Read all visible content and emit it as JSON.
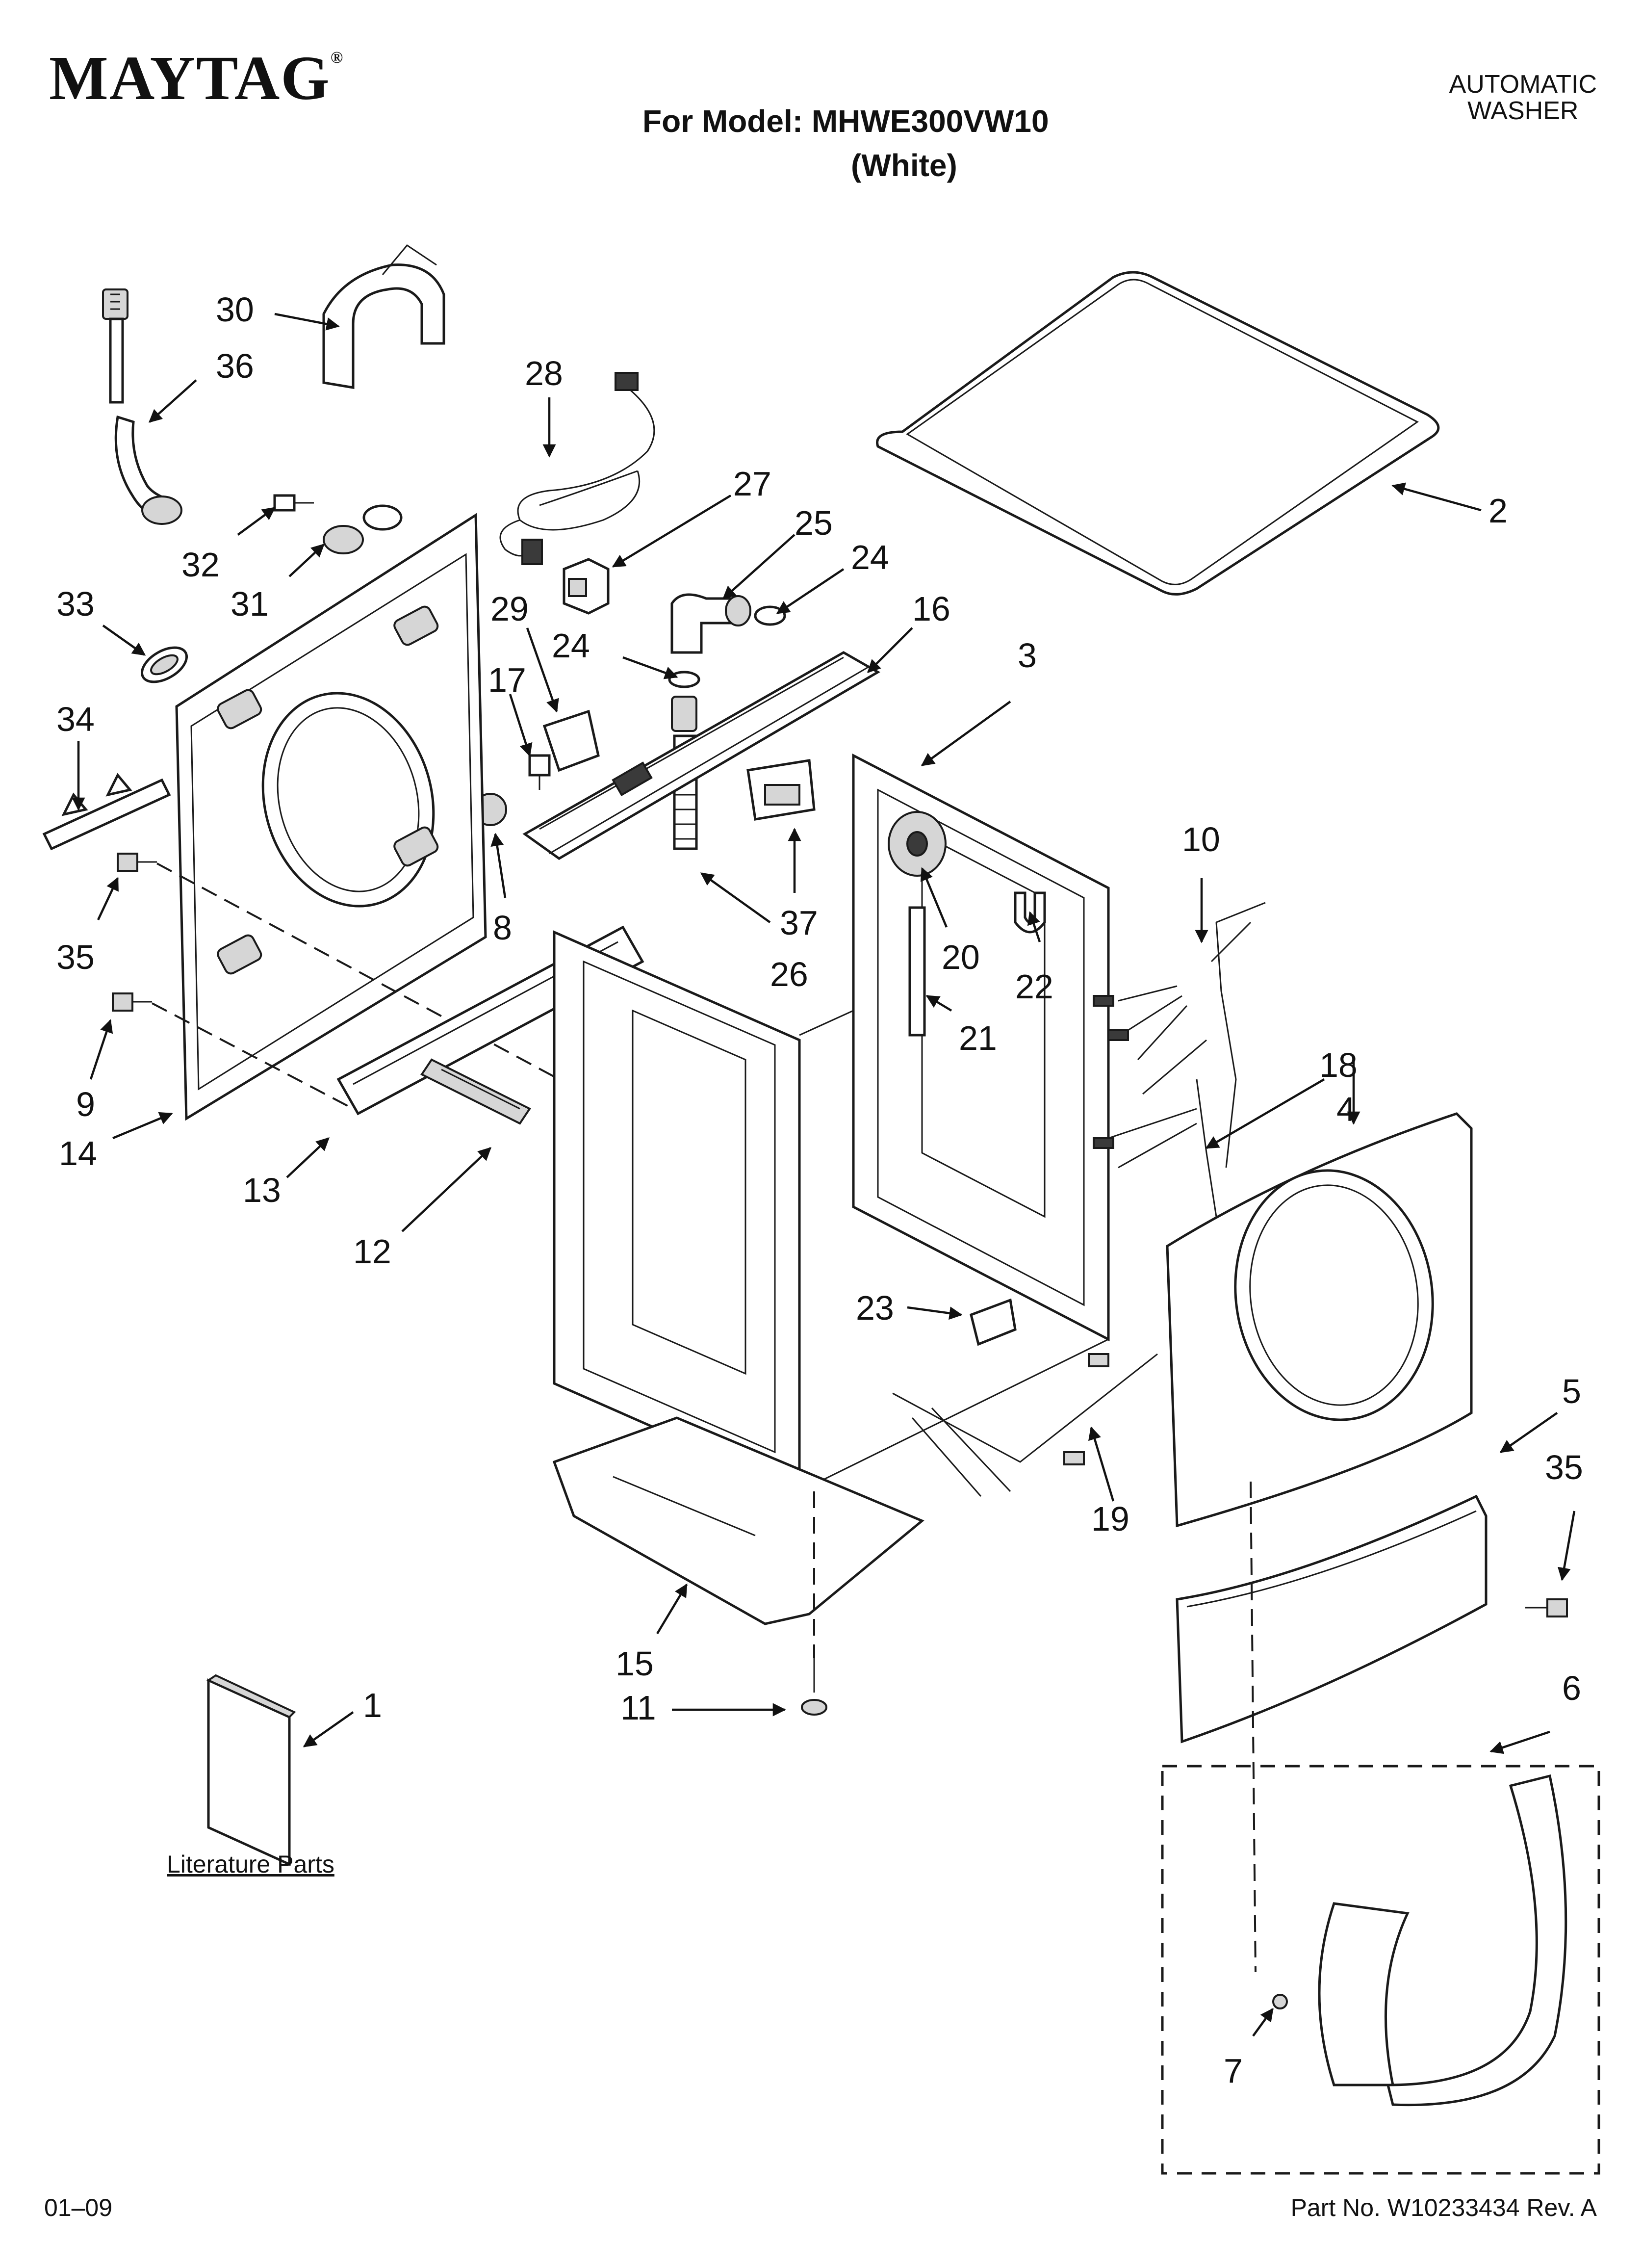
{
  "header": {
    "brand": "MAYTAG",
    "brand_mark": "®",
    "model_line": "For Model: MHWE300VW10",
    "variant": "(White)",
    "product_type_line1": "AUTOMATIC",
    "product_type_line2": "WASHER"
  },
  "literature_label": "Literature Parts",
  "footer": {
    "date_code": "01–09",
    "part_number": "Part No. W10233434 Rev. A"
  },
  "callouts": [
    {
      "id": "c30",
      "label": "30"
    },
    {
      "id": "c36",
      "label": "36"
    },
    {
      "id": "c28",
      "label": "28"
    },
    {
      "id": "c27",
      "label": "27"
    },
    {
      "id": "c25",
      "label": "25"
    },
    {
      "id": "c24a",
      "label": "24"
    },
    {
      "id": "c2",
      "label": "2"
    },
    {
      "id": "c32",
      "label": "32"
    },
    {
      "id": "c31",
      "label": "31"
    },
    {
      "id": "c33",
      "label": "33"
    },
    {
      "id": "c29",
      "label": "29"
    },
    {
      "id": "c24b",
      "label": "24"
    },
    {
      "id": "c16",
      "label": "16"
    },
    {
      "id": "c17",
      "label": "17"
    },
    {
      "id": "c3",
      "label": "3"
    },
    {
      "id": "c34",
      "label": "34"
    },
    {
      "id": "c10",
      "label": "10"
    },
    {
      "id": "c8",
      "label": "8"
    },
    {
      "id": "c37",
      "label": "37"
    },
    {
      "id": "c35a",
      "label": "35"
    },
    {
      "id": "c20",
      "label": "20"
    },
    {
      "id": "c26",
      "label": "26"
    },
    {
      "id": "c22",
      "label": "22"
    },
    {
      "id": "c21",
      "label": "21"
    },
    {
      "id": "c18",
      "label": "18"
    },
    {
      "id": "c4",
      "label": "4"
    },
    {
      "id": "c9",
      "label": "9"
    },
    {
      "id": "c14",
      "label": "14"
    },
    {
      "id": "c13",
      "label": "13"
    },
    {
      "id": "c12",
      "label": "12"
    },
    {
      "id": "c23",
      "label": "23"
    },
    {
      "id": "c5",
      "label": "5"
    },
    {
      "id": "c19",
      "label": "19"
    },
    {
      "id": "c35b",
      "label": "35"
    },
    {
      "id": "c15",
      "label": "15"
    },
    {
      "id": "c1",
      "label": "1"
    },
    {
      "id": "c11",
      "label": "11"
    },
    {
      "id": "c6",
      "label": "6"
    },
    {
      "id": "c7",
      "label": "7"
    }
  ]
}
